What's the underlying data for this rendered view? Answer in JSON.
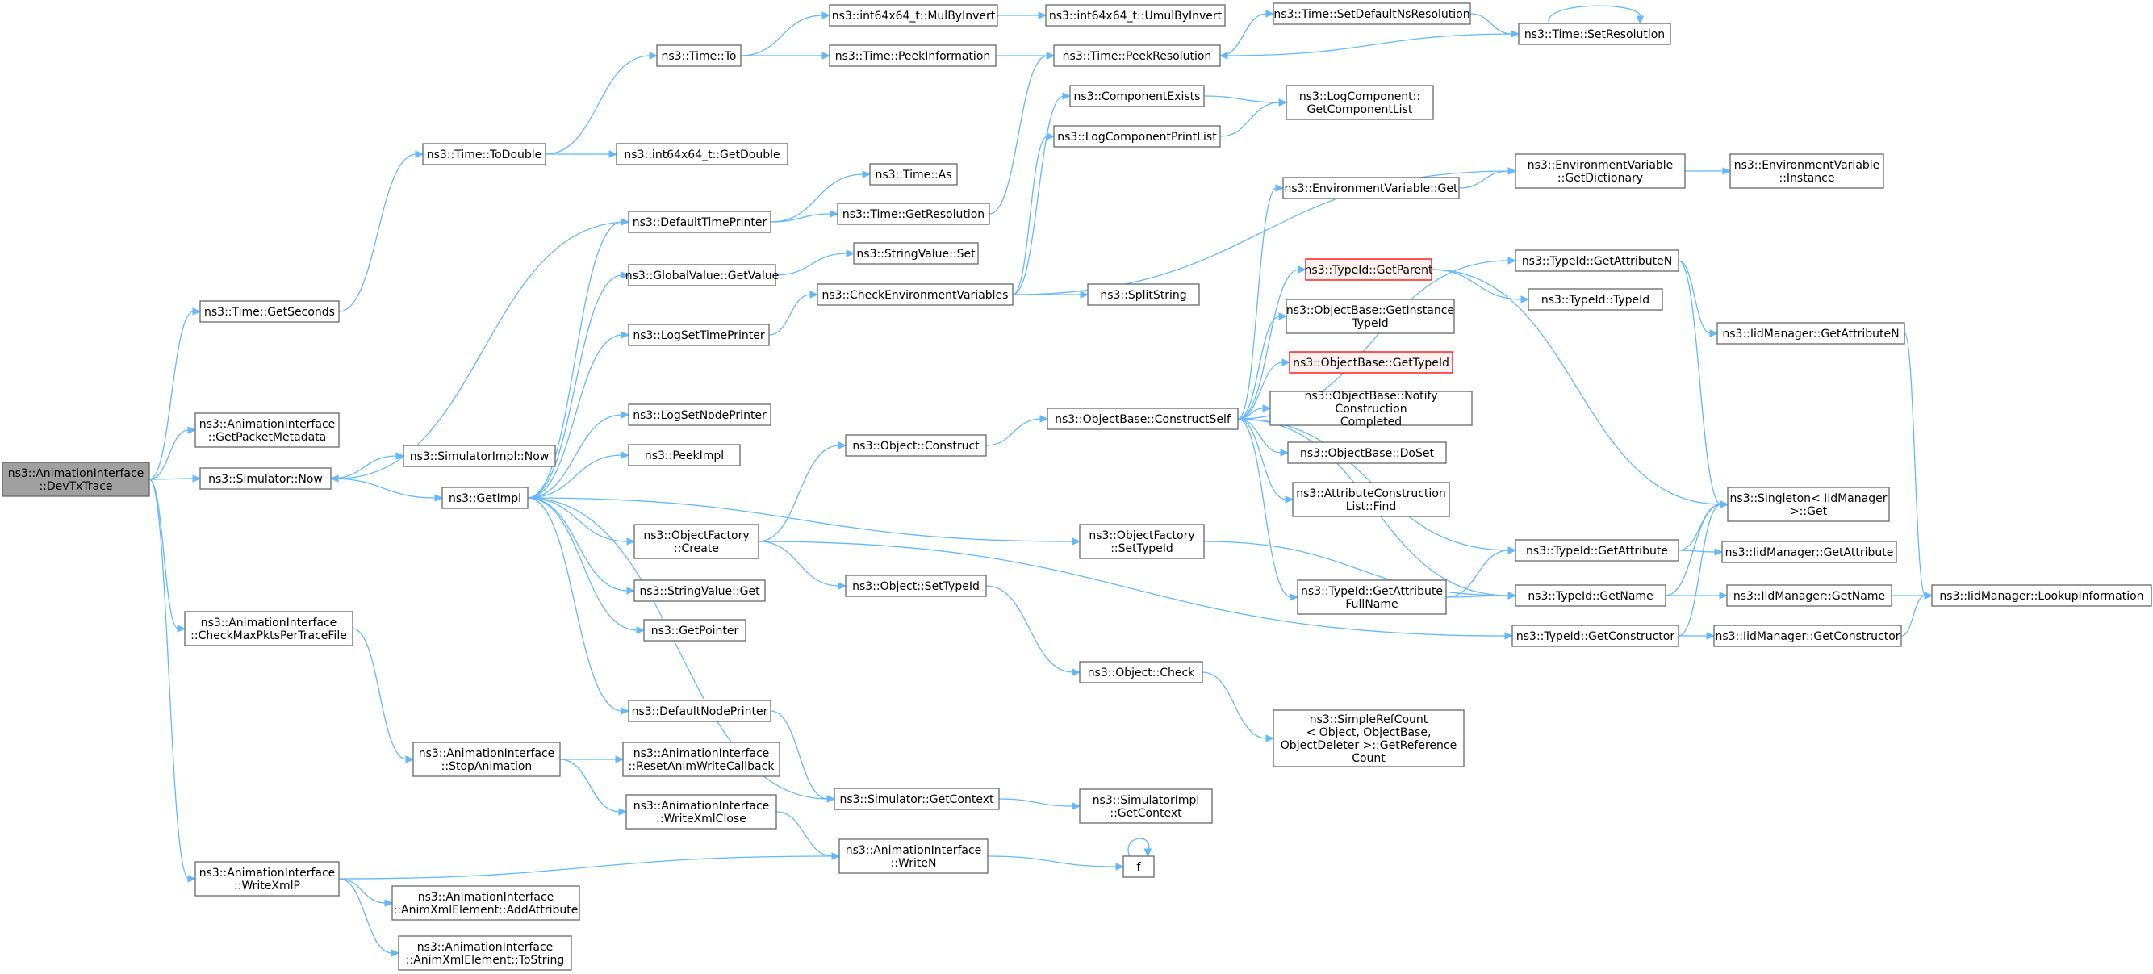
{
  "colors": {
    "edge": "#63b8ff",
    "node_border": "#666666",
    "root_fill": "#a0a0a0",
    "highlight_border": "#ff0000",
    "highlight_fill": "#fff0f0"
  },
  "nodes": [
    {
      "id": "root",
      "lines": [
        "ns3::AnimationInterface",
        "::DevTxTrace"
      ],
      "style": "root"
    },
    {
      "id": "getseconds",
      "lines": [
        "ns3::Time::GetSeconds"
      ]
    },
    {
      "id": "getpacketmetadata",
      "lines": [
        "ns3::AnimationInterface",
        "::GetPacketMetadata"
      ]
    },
    {
      "id": "simnow",
      "lines": [
        "ns3::Simulator::Now"
      ]
    },
    {
      "id": "checkmaxpkts",
      "lines": [
        "ns3::AnimationInterface",
        "::CheckMaxPktsPerTraceFile"
      ]
    },
    {
      "id": "writexmlp",
      "lines": [
        "ns3::AnimationInterface",
        "::WriteXmlP"
      ]
    },
    {
      "id": "todouble",
      "lines": [
        "ns3::Time::ToDouble"
      ]
    },
    {
      "id": "timeto",
      "lines": [
        "ns3::Time::To"
      ]
    },
    {
      "id": "int64getdouble",
      "lines": [
        "ns3::int64x64_t::GetDouble"
      ]
    },
    {
      "id": "mulbyinvert",
      "lines": [
        "ns3::int64x64_t::MulByInvert"
      ]
    },
    {
      "id": "umulbyinvert",
      "lines": [
        "ns3::int64x64_t::UmulByInvert"
      ]
    },
    {
      "id": "peekinfo",
      "lines": [
        "ns3::Time::PeekInformation"
      ]
    },
    {
      "id": "peekres",
      "lines": [
        "ns3::Time::PeekResolution"
      ]
    },
    {
      "id": "setdefaultns",
      "lines": [
        "ns3::Time::SetDefaultNsResolution"
      ]
    },
    {
      "id": "setres",
      "lines": [
        "ns3::Time::SetResolution"
      ]
    },
    {
      "id": "compexists",
      "lines": [
        "ns3::ComponentExists"
      ]
    },
    {
      "id": "getcomplist",
      "lines": [
        "ns3::LogComponent::",
        "GetComponentList"
      ]
    },
    {
      "id": "logcompprint",
      "lines": [
        "ns3::LogComponentPrintList"
      ]
    },
    {
      "id": "timeas",
      "lines": [
        "ns3::Time::As"
      ]
    },
    {
      "id": "defaulttimeprinter",
      "lines": [
        "ns3::DefaultTimePrinter"
      ]
    },
    {
      "id": "getresolution",
      "lines": [
        "ns3::Time::GetResolution"
      ]
    },
    {
      "id": "globalgetvalue",
      "lines": [
        "ns3::GlobalValue::GetValue"
      ]
    },
    {
      "id": "stringvalueset",
      "lines": [
        "ns3::StringValue::Set"
      ]
    },
    {
      "id": "checkenv",
      "lines": [
        "ns3::CheckEnvironmentVariables"
      ]
    },
    {
      "id": "splitstring",
      "lines": [
        "ns3::SplitString"
      ]
    },
    {
      "id": "logsettime",
      "lines": [
        "ns3::LogSetTimePrinter"
      ]
    },
    {
      "id": "logsetnode",
      "lines": [
        "ns3::LogSetNodePrinter"
      ]
    },
    {
      "id": "simimplnow",
      "lines": [
        "ns3::SimulatorImpl::Now"
      ]
    },
    {
      "id": "peekimpl",
      "lines": [
        "ns3::PeekImpl"
      ]
    },
    {
      "id": "getimpl",
      "lines": [
        "ns3::GetImpl"
      ]
    },
    {
      "id": "objfactcreate",
      "lines": [
        "ns3::ObjectFactory",
        "::Create"
      ]
    },
    {
      "id": "stringvalueget",
      "lines": [
        "ns3::StringValue::Get"
      ]
    },
    {
      "id": "getpointer",
      "lines": [
        "ns3::GetPointer"
      ]
    },
    {
      "id": "defaultnodeprinter",
      "lines": [
        "ns3::DefaultNodePrinter"
      ]
    },
    {
      "id": "objconstruct",
      "lines": [
        "ns3::Object::Construct"
      ]
    },
    {
      "id": "objsettypeid",
      "lines": [
        "ns3::Object::SetTypeId"
      ]
    },
    {
      "id": "objcheck",
      "lines": [
        "ns3::Object::Check"
      ]
    },
    {
      "id": "objfactsettypeid",
      "lines": [
        "ns3::ObjectFactory",
        "::SetTypeId"
      ]
    },
    {
      "id": "constructself",
      "lines": [
        "ns3::ObjectBase::ConstructSelf"
      ]
    },
    {
      "id": "envget",
      "lines": [
        "ns3::EnvironmentVariable::Get"
      ]
    },
    {
      "id": "envgetdict",
      "lines": [
        "ns3::EnvironmentVariable",
        "::GetDictionary"
      ]
    },
    {
      "id": "envinstance",
      "lines": [
        "ns3::EnvironmentVariable",
        "::Instance"
      ]
    },
    {
      "id": "typeidgetparent",
      "lines": [
        "ns3::TypeId::GetParent"
      ],
      "style": "red"
    },
    {
      "id": "typeidtypeid",
      "lines": [
        "ns3::TypeId::TypeId"
      ]
    },
    {
      "id": "getinstancetypeid",
      "lines": [
        "ns3::ObjectBase::GetInstance",
        "TypeId"
      ]
    },
    {
      "id": "objbasegettypeid",
      "lines": [
        "ns3::ObjectBase::GetTypeId"
      ],
      "style": "red"
    },
    {
      "id": "notifyconstruction",
      "lines": [
        "ns3::ObjectBase::Notify",
        "Construction",
        "Completed"
      ]
    },
    {
      "id": "doset",
      "lines": [
        "ns3::ObjectBase::DoSet"
      ]
    },
    {
      "id": "attrconstructfind",
      "lines": [
        "ns3::AttributeConstruction",
        "List::Find"
      ]
    },
    {
      "id": "typeidgetattrfullname",
      "lines": [
        "ns3::TypeId::GetAttribute",
        "FullName"
      ]
    },
    {
      "id": "typeidgetattrn",
      "lines": [
        "ns3::TypeId::GetAttributeN"
      ]
    },
    {
      "id": "iidgetattrn",
      "lines": [
        "ns3::IidManager::GetAttributeN"
      ]
    },
    {
      "id": "singletonget",
      "lines": [
        "ns3::Singleton< IidManager",
        ">::Get"
      ]
    },
    {
      "id": "typeidgetattribute",
      "lines": [
        "ns3::TypeId::GetAttribute"
      ]
    },
    {
      "id": "iidgetattribute",
      "lines": [
        "ns3::IidManager::GetAttribute"
      ]
    },
    {
      "id": "typeidgetname",
      "lines": [
        "ns3::TypeId::GetName"
      ]
    },
    {
      "id": "iidgetname",
      "lines": [
        "ns3::IidManager::GetName"
      ]
    },
    {
      "id": "iidlookup",
      "lines": [
        "ns3::IidManager::LookupInformation"
      ]
    },
    {
      "id": "typeidgetconstructor",
      "lines": [
        "ns3::TypeId::GetConstructor"
      ]
    },
    {
      "id": "iidgetconstructor",
      "lines": [
        "ns3::IidManager::GetConstructor"
      ]
    },
    {
      "id": "simplerefcount",
      "lines": [
        "ns3::SimpleRefCount",
        "< Object, ObjectBase,",
        "ObjectDeleter >::GetReference",
        "Count"
      ]
    },
    {
      "id": "stopanimation",
      "lines": [
        "ns3::AnimationInterface",
        "::StopAnimation"
      ]
    },
    {
      "id": "resetanimwrite",
      "lines": [
        "ns3::AnimationInterface",
        "::ResetAnimWriteCallback"
      ]
    },
    {
      "id": "writexmlclose",
      "lines": [
        "ns3::AnimationInterface",
        "::WriteXmlClose"
      ]
    },
    {
      "id": "simgetcontext",
      "lines": [
        "ns3::Simulator::GetContext"
      ]
    },
    {
      "id": "simimplgetcontext",
      "lines": [
        "ns3::SimulatorImpl",
        "::GetContext"
      ]
    },
    {
      "id": "writen",
      "lines": [
        "ns3::AnimationInterface",
        "::WriteN"
      ]
    },
    {
      "id": "f",
      "lines": [
        "f"
      ]
    },
    {
      "id": "addattribute",
      "lines": [
        "ns3::AnimationInterface",
        "::AnimXmlElement::AddAttribute"
      ]
    },
    {
      "id": "tostring",
      "lines": [
        "ns3::AnimationInterface",
        "::AnimXmlElement::ToString"
      ]
    }
  ],
  "edges": [
    [
      "root",
      "getseconds"
    ],
    [
      "root",
      "getpacketmetadata"
    ],
    [
      "root",
      "simnow"
    ],
    [
      "root",
      "checkmaxpkts"
    ],
    [
      "root",
      "writexmlp"
    ],
    [
      "getseconds",
      "todouble"
    ],
    [
      "todouble",
      "timeto"
    ],
    [
      "todouble",
      "int64getdouble"
    ],
    [
      "timeto",
      "mulbyinvert"
    ],
    [
      "timeto",
      "peekinfo"
    ],
    [
      "mulbyinvert",
      "umulbyinvert"
    ],
    [
      "peekinfo",
      "peekres"
    ],
    [
      "setdefaultns",
      "setres"
    ],
    [
      "setres",
      "peekres"
    ],
    [
      "setres",
      "setres"
    ],
    [
      "peekres",
      "setdefaultns"
    ],
    [
      "simnow",
      "simimplnow"
    ],
    [
      "simnow",
      "getimpl"
    ],
    [
      "defaulttimeprinter",
      "timeas"
    ],
    [
      "defaulttimeprinter",
      "getresolution"
    ],
    [
      "defaulttimeprinter",
      "simnow"
    ],
    [
      "getresolution",
      "peekres"
    ],
    [
      "globalgetvalue",
      "stringvalueset"
    ],
    [
      "checkenv",
      "compexists"
    ],
    [
      "checkenv",
      "logcompprint"
    ],
    [
      "checkenv",
      "envgetdict"
    ],
    [
      "checkenv",
      "splitstring"
    ],
    [
      "compexists",
      "getcomplist"
    ],
    [
      "logcompprint",
      "getcomplist"
    ],
    [
      "logsettime",
      "checkenv"
    ],
    [
      "getimpl",
      "defaulttimeprinter"
    ],
    [
      "getimpl",
      "globalgetvalue"
    ],
    [
      "getimpl",
      "logsettime"
    ],
    [
      "getimpl",
      "logsetnode"
    ],
    [
      "getimpl",
      "peekimpl"
    ],
    [
      "getimpl",
      "objfactcreate"
    ],
    [
      "getimpl",
      "stringvalueget"
    ],
    [
      "getimpl",
      "getpointer"
    ],
    [
      "getimpl",
      "defaultnodeprinter"
    ],
    [
      "getimpl",
      "objfactsettypeid"
    ],
    [
      "getimpl",
      "simgetcontext"
    ],
    [
      "objfactcreate",
      "objconstruct"
    ],
    [
      "objfactcreate",
      "objsettypeid"
    ],
    [
      "objfactcreate",
      "typeidgetconstructor"
    ],
    [
      "objconstruct",
      "constructself"
    ],
    [
      "objsettypeid",
      "objcheck"
    ],
    [
      "objcheck",
      "simplerefcount"
    ],
    [
      "objfactsettypeid",
      "typeidgetname"
    ],
    [
      "constructself",
      "envget"
    ],
    [
      "constructself",
      "typeidgetparent"
    ],
    [
      "constructself",
      "getinstancetypeid"
    ],
    [
      "constructself",
      "objbasegettypeid"
    ],
    [
      "constructself",
      "notifyconstruction"
    ],
    [
      "constructself",
      "doset"
    ],
    [
      "constructself",
      "attrconstructfind"
    ],
    [
      "constructself",
      "typeidgetattrfullname"
    ],
    [
      "constructself",
      "typeidgetattribute"
    ],
    [
      "constructself",
      "typeidgetname"
    ],
    [
      "constructself",
      "typeidgetattrn"
    ],
    [
      "envget",
      "envgetdict"
    ],
    [
      "envgetdict",
      "envinstance"
    ],
    [
      "typeidgetparent",
      "typeidtypeid"
    ],
    [
      "typeidgetparent",
      "singletonget"
    ],
    [
      "typeidgetattrn",
      "iidgetattrn"
    ],
    [
      "typeidgetattrn",
      "singletonget"
    ],
    [
      "iidgetattrn",
      "iidlookup"
    ],
    [
      "typeidgetattrfullname",
      "typeidgetattribute"
    ],
    [
      "typeidgetattrfullname",
      "typeidgetname"
    ],
    [
      "typeidgetattribute",
      "iidgetattribute"
    ],
    [
      "typeidgetattribute",
      "singletonget"
    ],
    [
      "typeidgetname",
      "iidgetname"
    ],
    [
      "typeidgetname",
      "singletonget"
    ],
    [
      "iidgetname",
      "iidlookup"
    ],
    [
      "typeidgetconstructor",
      "iidgetconstructor"
    ],
    [
      "typeidgetconstructor",
      "singletonget"
    ],
    [
      "iidgetconstructor",
      "iidlookup"
    ],
    [
      "checkmaxpkts",
      "stopanimation"
    ],
    [
      "stopanimation",
      "resetanimwrite"
    ],
    [
      "stopanimation",
      "writexmlclose"
    ],
    [
      "writexmlclose",
      "writen"
    ],
    [
      "defaultnodeprinter",
      "simgetcontext"
    ],
    [
      "simgetcontext",
      "simimplgetcontext"
    ],
    [
      "writen",
      "f"
    ],
    [
      "f",
      "f"
    ],
    [
      "writexmlp",
      "writen"
    ],
    [
      "writexmlp",
      "addattribute"
    ],
    [
      "writexmlp",
      "tostring"
    ]
  ]
}
